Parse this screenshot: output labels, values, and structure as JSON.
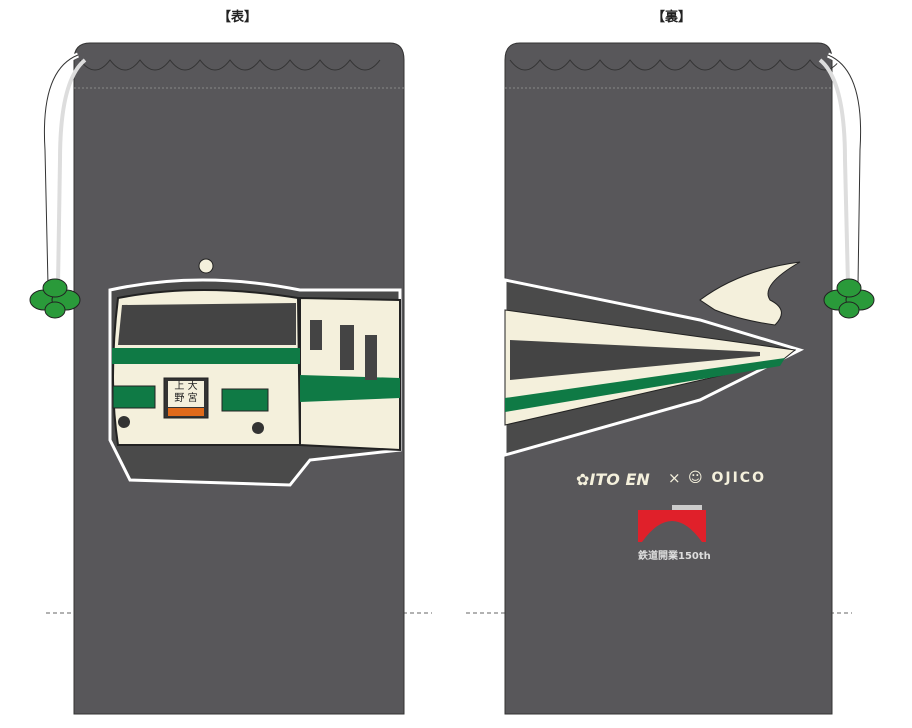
{
  "views": {
    "front_label": "【表】",
    "back_label": "【裏】"
  },
  "train": {
    "destination_top": "上 大",
    "destination_bottom": "野 宮"
  },
  "logos": {
    "brand1": "ITO EN",
    "separator": "×",
    "brand2": "OJICO",
    "anniversary": "鉄道開業150th"
  },
  "colors": {
    "bag": "#58575a",
    "cream": "#f4f0dc",
    "stripe": "#0f7a45",
    "toggle": "#2a9a3a",
    "anniversary_red": "#e0202a"
  }
}
